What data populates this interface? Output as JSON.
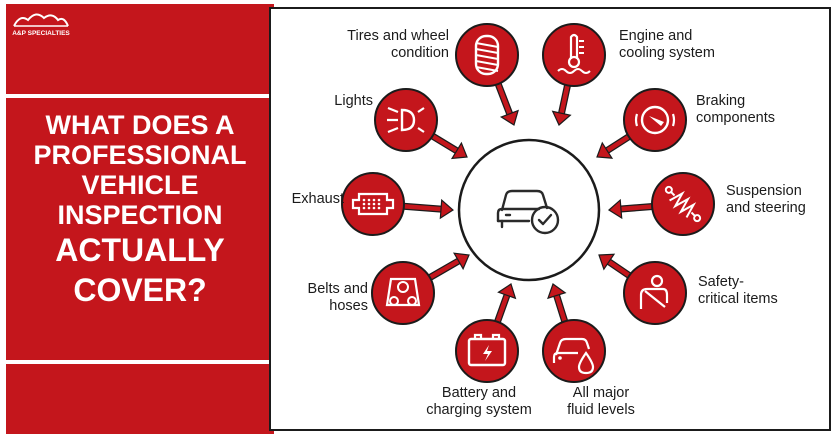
{
  "brand": {
    "logo_text": "A&P SPECIALTIES",
    "accent": "#c4161c"
  },
  "headline": {
    "lines": [
      "WHAT DOES A",
      "PROFESSIONAL",
      "VEHICLE",
      "INSPECTION",
      "ACTUALLY",
      "COVER?"
    ]
  },
  "items": [
    {
      "icon": "tire-icon",
      "lines": [
        "Tires and wheel",
        "condition"
      ]
    },
    {
      "icon": "thermometer-coolant-icon",
      "lines": [
        "Engine and",
        "cooling system"
      ]
    },
    {
      "icon": "headlight-icon",
      "lines": [
        "Lights"
      ]
    },
    {
      "icon": "brake-disc-icon",
      "lines": [
        "Braking",
        "components"
      ]
    },
    {
      "icon": "exhaust-muffler-icon",
      "lines": [
        "Exhaust"
      ]
    },
    {
      "icon": "shock-absorber-icon",
      "lines": [
        "Suspension",
        "and steering"
      ]
    },
    {
      "icon": "belt-pulley-icon",
      "lines": [
        "Belts and",
        "hoses"
      ]
    },
    {
      "icon": "seatbelt-person-icon",
      "lines": [
        "Safety-",
        "critical items"
      ]
    },
    {
      "icon": "car-battery-icon",
      "lines": [
        "Battery and",
        "charging system"
      ]
    },
    {
      "icon": "car-fluid-drop-icon",
      "lines": [
        "All major",
        "fluid levels"
      ]
    }
  ],
  "center": {
    "icon": "car-check-icon"
  }
}
